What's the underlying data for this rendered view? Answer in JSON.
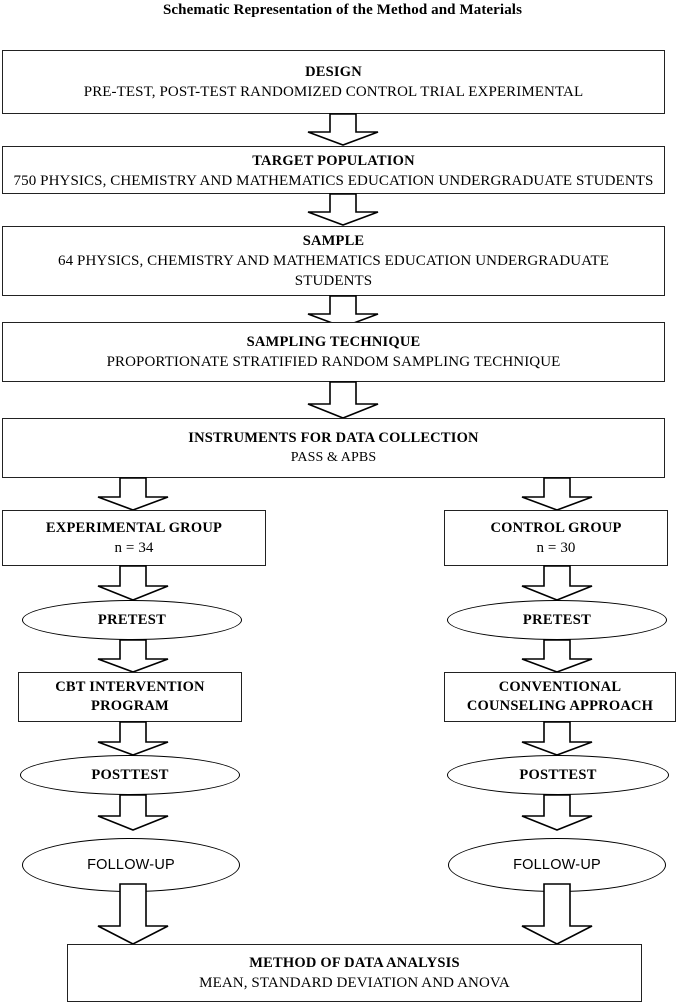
{
  "figure": {
    "title": "Schematic Representation of the Method and Materials",
    "type": "flowchart",
    "ink_color": "#000000",
    "box_border_color": "#222222",
    "background": "#ffffff"
  },
  "nodes": {
    "design": {
      "header": "DESIGN",
      "body": "PRE-TEST, POST-TEST RANDOMIZED CONTROL TRIAL EXPERIMENTAL"
    },
    "target_population": {
      "header": "TARGET POPULATION",
      "body": "750 PHYSICS, CHEMISTRY AND MATHEMATICS EDUCATION UNDERGRADUATE STUDENTS"
    },
    "sample": {
      "header": "SAMPLE",
      "body": "64 PHYSICS, CHEMISTRY AND MATHEMATICS EDUCATION UNDERGRADUATE STUDENTS"
    },
    "sampling_technique": {
      "header": "SAMPLING TECHNIQUE",
      "body": "PROPORTIONATE STRATIFIED RANDOM SAMPLING TECHNIQUE"
    },
    "instruments": {
      "header": "INSTRUMENTS FOR DATA COLLECTION",
      "body": "PASS & APBS"
    },
    "experimental_group": {
      "header": "EXPERIMENTAL GROUP",
      "body": "n = 34"
    },
    "control_group": {
      "header": "CONTROL GROUP",
      "body": "n = 30"
    },
    "experimental_pretest": {
      "label": "PRETEST"
    },
    "control_pretest": {
      "label": "PRETEST"
    },
    "cbt_intervention": {
      "line1": "CBT INTERVENTION",
      "line2": "PROGRAM"
    },
    "conventional_counseling": {
      "line1": "CONVENTIONAL",
      "line2": "COUNSELING APPROACH"
    },
    "experimental_posttest": {
      "label": "POSTTEST"
    },
    "control_posttest": {
      "label": "POSTTEST"
    },
    "experimental_followup": {
      "label": "FOLLOW-UP"
    },
    "control_followup": {
      "label": "FOLLOW-UP"
    },
    "method_of_data_analysis": {
      "header": "METHOD OF DATA ANALYSIS",
      "body": "MEAN, STANDARD DEVIATION AND ANOVA"
    }
  },
  "flow": {
    "arrow_style": "hollow-block-down-arrow",
    "edges": [
      {
        "from": "design",
        "to": "target_population"
      },
      {
        "from": "target_population",
        "to": "sample"
      },
      {
        "from": "sample",
        "to": "sampling_technique"
      },
      {
        "from": "sampling_technique",
        "to": "instruments"
      },
      {
        "from": "instruments",
        "to": "experimental_group"
      },
      {
        "from": "instruments",
        "to": "control_group"
      },
      {
        "from": "experimental_group",
        "to": "experimental_pretest"
      },
      {
        "from": "control_group",
        "to": "control_pretest"
      },
      {
        "from": "experimental_pretest",
        "to": "cbt_intervention"
      },
      {
        "from": "control_pretest",
        "to": "conventional_counseling"
      },
      {
        "from": "cbt_intervention",
        "to": "experimental_posttest"
      },
      {
        "from": "conventional_counseling",
        "to": "control_posttest"
      },
      {
        "from": "experimental_posttest",
        "to": "experimental_followup"
      },
      {
        "from": "control_posttest",
        "to": "control_followup"
      },
      {
        "from": "experimental_followup",
        "to": "method_of_data_analysis"
      },
      {
        "from": "control_followup",
        "to": "method_of_data_analysis"
      }
    ]
  }
}
